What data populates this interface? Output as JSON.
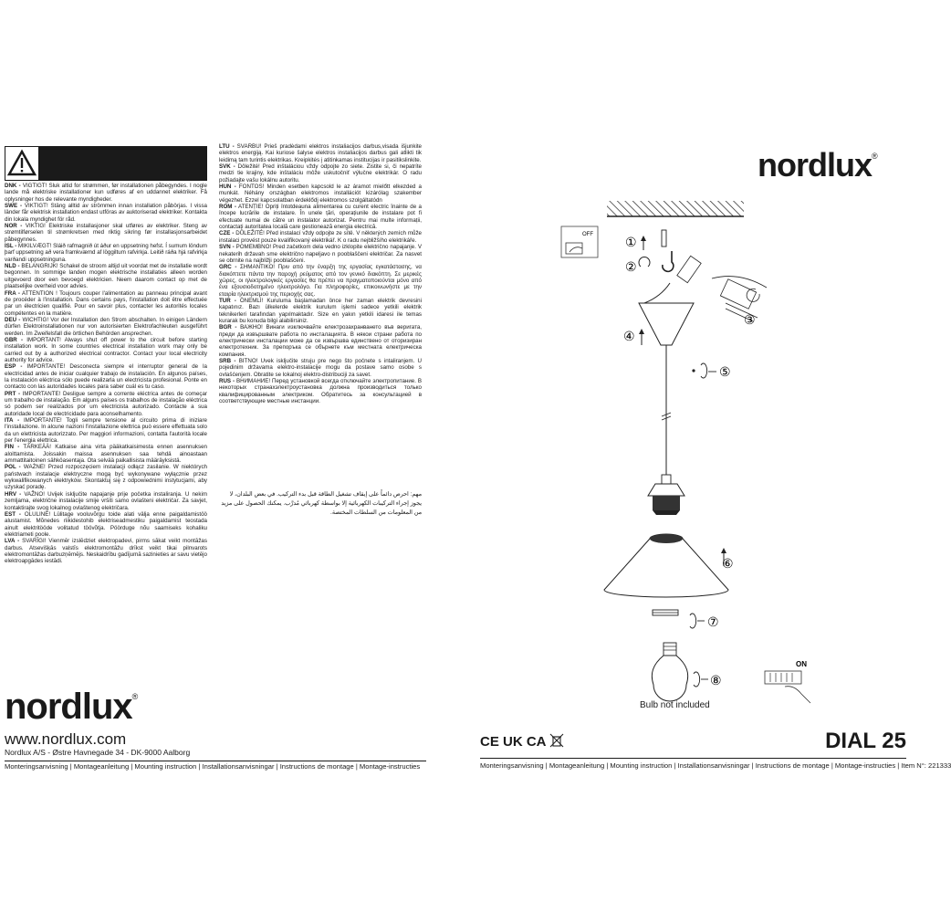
{
  "left_columns": {
    "col1": [
      {
        "code": "DNK -",
        "text": "VIGTIGT! Sluk altid for strømmen, før installationen påbegyndes. I nogle lande må elektriske installationer kun udføres af en uddannet elektriker. Få oplysninger hos de relevante myndigheder."
      },
      {
        "code": "SWE -",
        "text": "VIKTIGT! Stäng alltid av strömmen innan installation påbörjas. I vissa länder får elektrisk installation endast utföras av auktoriserad elektriker. Kontakta din lokala myndighet för råd."
      },
      {
        "code": "NOR -",
        "text": "VIKTIG! Elektriske installasjoner skal utføres av elektriker. Steng av strømtilførselen til strømkretsen med riktig sikring før installasjonsarbeidet påbegynnes."
      },
      {
        "code": "ISL -",
        "text": "MIKILVÆGT! Sláið rafmagnið út áður en uppsetning hefst. Í sumum löndum þarf uppsetning að vera framkvæmd af löggiltum rafvirkja. Leitið ráða hjá rafvirkja varðandi uppsetninguna."
      },
      {
        "code": "NLD -",
        "text": "BELANGRIJK! Schakel de stroom altijd uit voordat met de installatie wordt begonnen. In sommige landen mogen elektrische installaties alleen worden uitgevoerd door een bevoegd elektricien. Neem daarom contact op met de plaatselijke overheid voor advies."
      },
      {
        "code": "FRA -",
        "text": "ATTENTION ! Toujours couper l'alimentation au panneau principal avant de procéder à l'installation. Dans certains pays, l'installation doit être effectuée par un électricien qualifié. Pour en savoir plus, contacter les autorités locales compétentes en la matière."
      },
      {
        "code": "DEU -",
        "text": "WICHTIG! Vor der Installation den Strom abschalten. In einigen Ländern dürfen Elektroinstallationen nur von autorisierten Elektrofachleuten ausgeführt werden. Im Zweifelsfall die örtlichen Behörden ansprechen."
      },
      {
        "code": "GBR -",
        "text": "IMPORTANT! Always shut off power to the circuit before starting installation work. In some countries electrical installation work may only be carried out by a authorized electrical contractor. Contact your local electricity authority for advice."
      },
      {
        "code": "ESP -",
        "text": "IMPORTANTE! Desconecta siempre el interruptor general de la electricidad antes de iniciar cualquier trabajo de instalación. En algunos países, la instalación eléctrica sólo puede realizarla un electricista profesional. Ponte en contacto con las autoridades locales para saber cuál es tu caso."
      },
      {
        "code": "PRT -",
        "text": "IMPORTANTE! Desligue sempre a corrente eléctrica antes de começar um trabalho de instalação. Em alguns países os trabalhos de instalação eléctrica só podem ser realizados por um electricista autorizado. Contacte a sua autoridade local de electricidade para aconselhamento."
      },
      {
        "code": "ITA -",
        "text": "IMPORTANTE! Togli sempre tensione al circuito prima di iniziare l'installazione. In alcune nazioni l'installazione elettrica può essere effettuata solo da un elettricista autorizzato. Per maggiori informazioni, contatta l'autorità locale per l'energia elettrica."
      },
      {
        "code": "FIN -",
        "text": "TÄRKEÄÄ! Katkaise aina virta pääkatkaisimesta ennen asennuksen aloittamista. Joissakin maissa asennuksen saa tehdä ainoastaan ammattitaitoinen sähköasentaja. Ota selvää paikallisista määräyksistä."
      },
      {
        "code": "POL -",
        "text": "WAŻNE! Przed rozpoczęciem instalacji odłącz zasilanie. W niektórych państwach instalacje elektryczne mogą być wykonywane wyłącznie przez wykwalifikowanych elektryków. Skontaktuj się z odpowiednimi instytucjami, aby uzyskać poradę."
      },
      {
        "code": "HRV -",
        "text": "VAŽNO! Uvijek isključite napajanje prije početka instaliranja. U nekim zemljama, električne instalacije smije vršiti samo ovlašteni električar. Za savjet, kontaktirajte svog lokalnog ovlaštenog električara."
      },
      {
        "code": "EST -",
        "text": "OLULINE! Lülitage vooluvõrgu toide alati välja enne paigaldamistöö alustamist. Mõnedes riikidestohib elektriseadmestiku paigaldamist teostada ainult elektritööde volitatud töövõtja. Pöörduge nõu saamiseks kohaliku elektriameti poole."
      },
      {
        "code": "LVA -",
        "text": "SVARĪGI! Vienmēr izslēdziet elektropadevi, pirms sākat veikt montāžas darbus. Atsevišķās valstīs elektromontāžu drīkst veikt tikai pilnvarots elektromontāžas darbuzņēmējs. Neskaidrību gadījumā sazinieties ar savu vietējo elektroapgādes iestādi."
      }
    ],
    "col2": [
      {
        "code": "LTU -",
        "text": "SVARBU! Prieš pradėdami elektros instaliacijos darbus,visada išjunkite elektros energiją. Kai kuriose šalyse elektros instaliacijos darbus gali atlikti tik leidimą tam turintis elektrikas. Kreipkitės į atitinkamas institucijas ir pasitikslinkite."
      },
      {
        "code": "SVK -",
        "text": "Dôležité! Pred inštaláciou vždy odpojte zo siete. Zistite si, či nepatríte medzi tie krajiny, kde inštaláciu môže uskutočniť výlučne elektrikár. O radu požiadajte vašu lokálnu autoritu."
      },
      {
        "code": "HUN -",
        "text": "FONTOS! Minden esetben kapcsold le az áramot mielőtt elkezded a munkát. Néhány országban elektromos installációt kizárólag szakember végezhet. Ezzel kapcsolatban érdeklődj elektromos szolgáltatódn"
      },
      {
        "code": "ROM -",
        "text": "ATENȚIE! Opriți întotdeauna alimentarea cu curent electric înainte de a începe lucrările de instalare. În unele țări, operațiunile de instalare pot fi efectuate numai de către un instalator autorizat. Pentru mai multe informații, contactați autoritatea locală care gestionează energia electrică."
      },
      {
        "code": "CZE -",
        "text": "DŮLEŽITÉ! Před instalací vždy odpojte ze sítě. V některých zemích může instalaci provést pouze kvalifikovaný elektrikář. K o radu nejbližšího elektrikáře."
      },
      {
        "code": "SVN -",
        "text": "POMEMBNO! Pred začetkom dela vedno izklopite električno napajanje. V nekaterih državah sme električno napeljavo n pooblaščeni električar. Za nasvet se obrnite na najbližji pooblaščeni."
      },
      {
        "code": "GRC -",
        "text": "ΣΗΜΑΝΤΙΚΟ! Πριν από την έναρξη της εργασίας εγκατάστασης, να διακόπτετε πάντα την παροχή ρεύματος από τον γενικό διακόπτη. Σε μερικές χώρες, οι ηλεκτρολογικές εργασίες θα πρέπει να πραγματοποιούνται μόνο από ένα εξουσιοδοτημένο ηλεκτρολόγο. Για πληροφορίες, επικοινωνήστε με την εταιρία ηλεκτρισμού της περιοχής σας."
      },
      {
        "code": "TUR -",
        "text": "ÖNEMLİ! Kuruluma başlamadan önce her zaman elektrik devresini kapatınız. Bazı ülkelerde elektrik kurulum işlemi sadece yetkili elektrik teknikerleri tarafından yapılmaktadır. Size en yakın yetkili idaresi ile temas kurarak bu konuda bilgi alabilirsiniz."
      },
      {
        "code": "BGR -",
        "text": "ВАЖНО! Винаги изключвайте електрозахранването във веригата, преди да извършвате работа по инсталацията. В някои страни работа по електрически инсталации може да се извършва единствено от оторизиран електротехник. За препоръка се обърнете към местната електрическа компания."
      },
      {
        "code": "SRB -",
        "text": "BITNO! Uvek isključite struju pre nego što počnete s intaliranjem. U pojedinim državama elektro-instalacije mogu da postave samo osobe s ovlašćenjem. Obratite se lokalnoj elektro-distribuciji za savet."
      },
      {
        "code": "RUS -",
        "text": "ВНИМАНИЕ! Перед установкой всегда отключайте электропитание. В некоторых странахэлектроустановка должна производиться только квалифицированным электриком. Обратитесь за консультацией в соответствующие местные инстанции."
      }
    ],
    "arabic": "مهم: احرص دائماً على إيقاف تشغيل الطاقة قبل بدء التركيب. في بعض البلدان، لا يجوز إجراء التركيبات الكهربائية إلا بواسطة كهربائي مُدرَّب. يمكنك الحصول على مزيد من المعلومات من السلطات المختصة."
  },
  "branding": {
    "logo": "nordlux",
    "registered": "®",
    "website": "www.nordlux.com",
    "address": "Nordlux A/S - Østre Havnegade 34 - DK-9000 Aalborg"
  },
  "footer": {
    "left": "Monteringsanvisning | Montageanleitung | Mounting instruction | Installationsanvisningar | Instructions de montage | Montage-instructies",
    "right": "Monteringsanvisning | Montageanleitung | Mounting instruction | Installationsanvisningar | Instructions de montage | Montage-instructies | Item N°: 221333"
  },
  "product": {
    "name": "DIAL 25",
    "bulb_note": "Bulb not included",
    "marks": "CE UK CA"
  },
  "diagram": {
    "switch_off": "OFF",
    "switch_on": "ON",
    "steps": [
      "①",
      "②",
      "③",
      "④",
      "⑤",
      "⑥",
      "⑦",
      "⑧"
    ]
  }
}
